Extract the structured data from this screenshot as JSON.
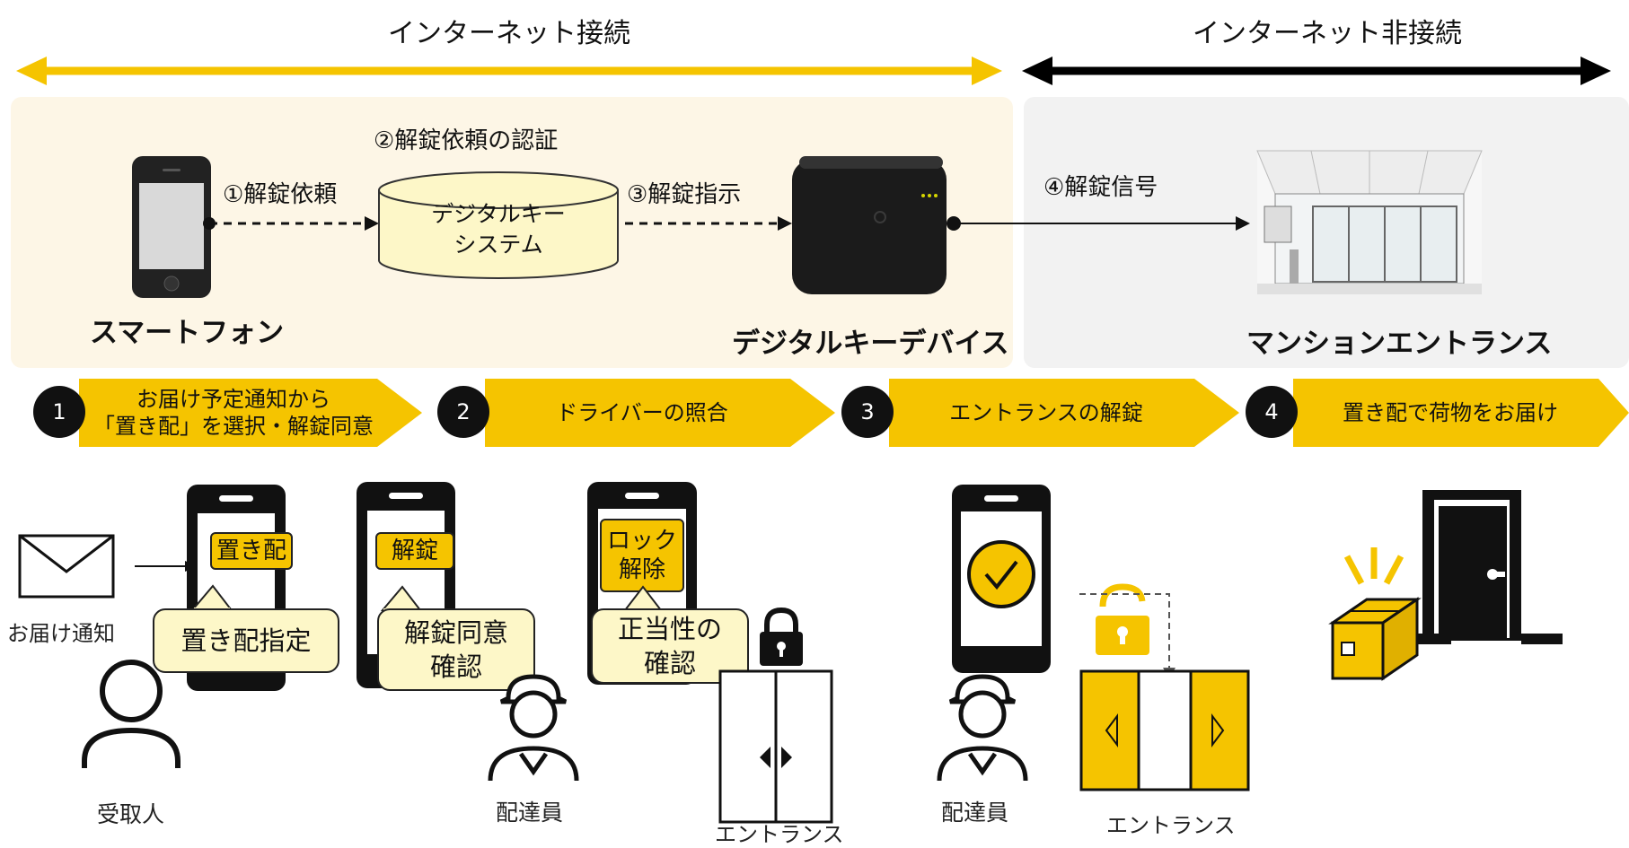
{
  "headers": {
    "online": "インターネット接続",
    "offline": "インターネット非接続"
  },
  "flow": {
    "request": "①解錠依頼",
    "auth": "②解錠依頼の認証",
    "instruction": "③解錠指示",
    "signal": "④解錠信号",
    "system_line1": "デジタルキー",
    "system_line2": "システム",
    "smartphone": "スマートフォン",
    "device": "デジタルキーデバイス",
    "entrance": "マンションエントランス"
  },
  "steps": [
    {
      "number": "1",
      "line1": "お届け予定通知から",
      "line2": "「置き配」を選択・解錠同意"
    },
    {
      "number": "2",
      "label": "ドライバーの照合"
    },
    {
      "number": "3",
      "label": "エントランスの解錠"
    },
    {
      "number": "4",
      "label": "置き配で荷物をお届け"
    }
  ],
  "scene1": {
    "notice": "お届け通知",
    "chip": "置き配",
    "bubble": "置き配指定",
    "person": "受取人"
  },
  "scene2": {
    "chip": "解錠",
    "bubble_line1": "解錠同意",
    "bubble_line2": "確認",
    "person": "配達員",
    "chip2_line1": "ロック",
    "chip2_line2": "解除",
    "bubble2_line1": "正当性の",
    "bubble2_line2": "確認",
    "entrance": "エントランス"
  },
  "scene3": {
    "person": "配達員",
    "entrance": "エントランス"
  },
  "colors": {
    "accent": "#f5c400",
    "online_bg": "#fdf6e6",
    "offline_bg": "#f2f2f2",
    "bubble": "#fdf7c8"
  }
}
